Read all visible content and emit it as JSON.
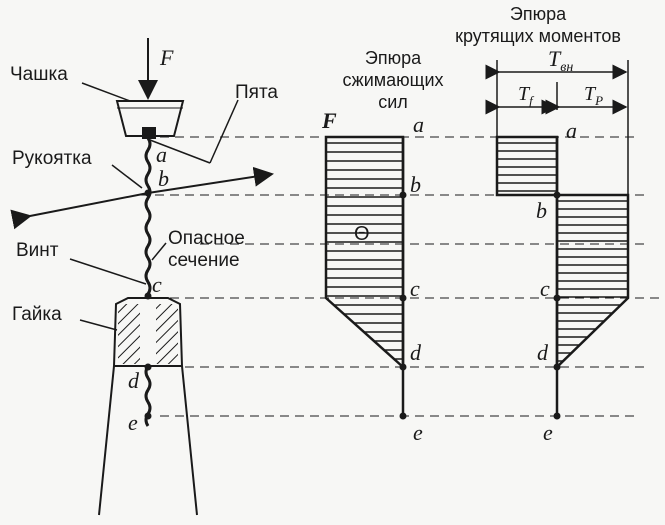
{
  "assembly": {
    "force": "F",
    "cup": "Чашка",
    "heel": "Пята",
    "handle": "Рукоятка",
    "screw": "Винт",
    "danger_section_line1": "Опасное",
    "danger_section_line2": "сечение",
    "nut": "Гайка",
    "points": [
      "a",
      "b",
      "c",
      "d",
      "e"
    ]
  },
  "compression_diagram": {
    "title_line1": "Эпюра",
    "title_line2": "сжимающих",
    "title_line3": "сил",
    "force": "F",
    "sign": "Θ",
    "points": [
      "a",
      "b",
      "c",
      "d",
      "e"
    ]
  },
  "torque_diagram": {
    "title_line1": "Эпюра",
    "title_line2": "крутящих моментов",
    "total": "T",
    "total_sub": "вн",
    "left": "T",
    "left_sub": "f",
    "right": "T",
    "right_sub": "P",
    "points": [
      "a",
      "b",
      "c",
      "d",
      "e"
    ]
  },
  "colors": {
    "ink": "#1a1a1a",
    "paper": "#f7f7f5"
  }
}
